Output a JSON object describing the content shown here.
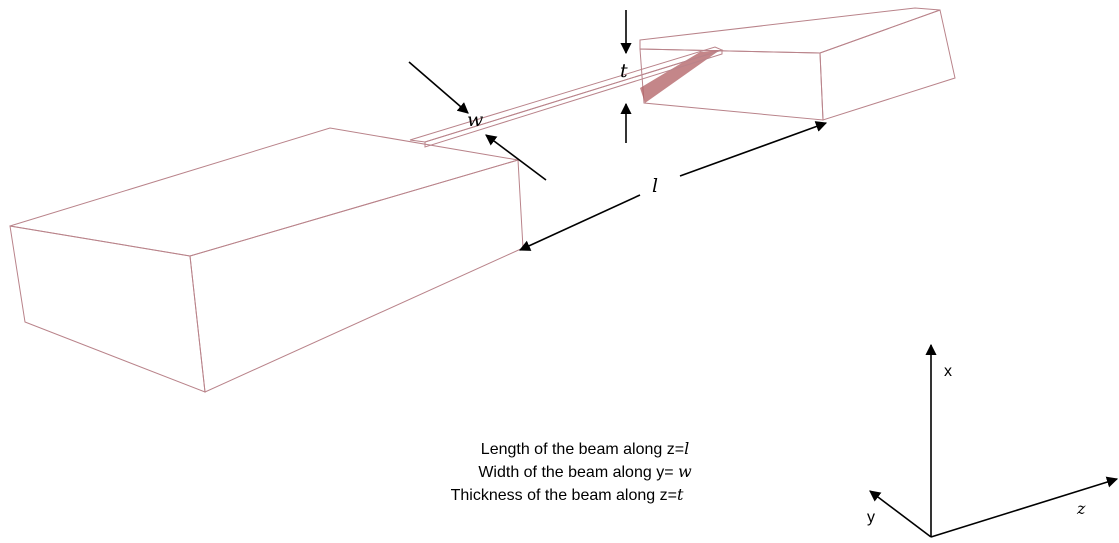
{
  "colors": {
    "block_front": "#f29a9d",
    "block_side": "#ffbec2",
    "block_top": "#ffb3b7",
    "beam": "#f7a3a6",
    "beam_shadow": "#b05e62"
  },
  "labels": {
    "thickness": "t",
    "width": "w",
    "length": "l"
  },
  "caption": {
    "length_prefix": "Length of the beam along z=",
    "length_symbol": "l",
    "width_prefix": "Width of the beam along y= ",
    "width_symbol": "w",
    "thickness_prefix": "Thickness of the beam along z=",
    "thickness_symbol": "t"
  },
  "axes": {
    "x": "x",
    "y": "y",
    "z": "z"
  }
}
